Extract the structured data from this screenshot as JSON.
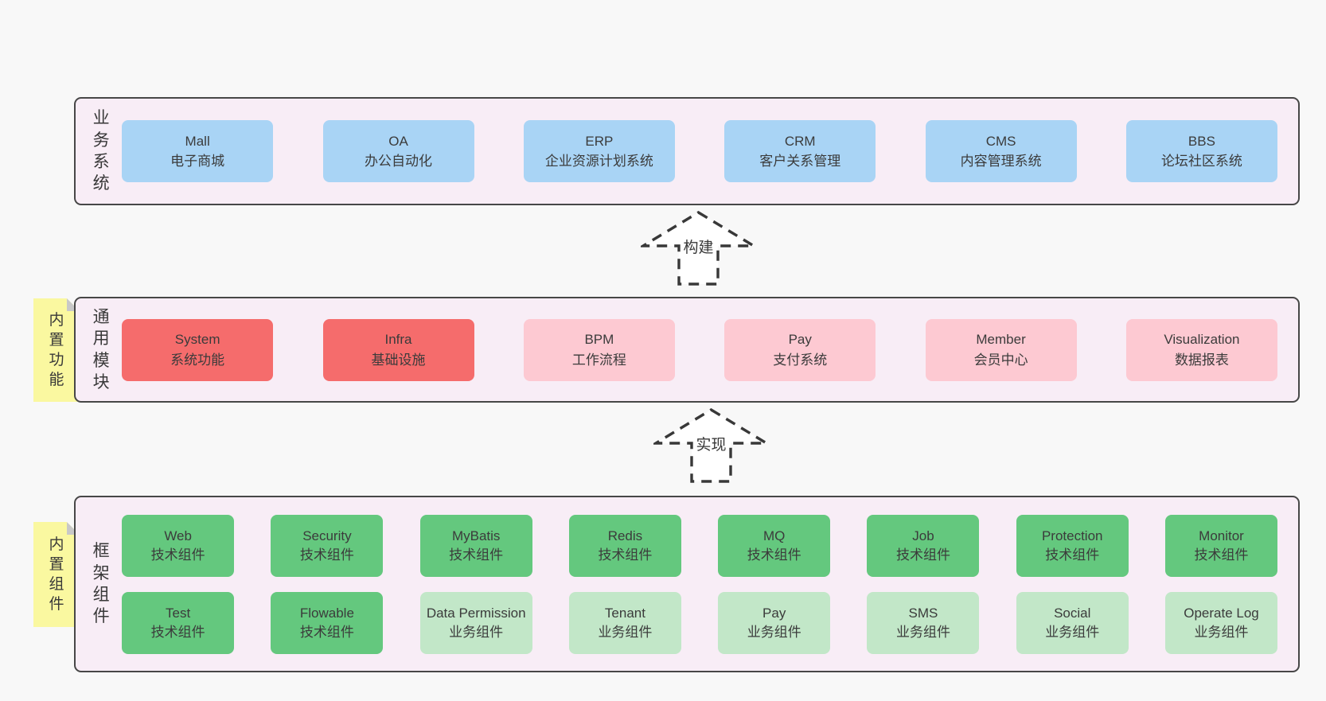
{
  "colors": {
    "bg": "#f8f8f8",
    "panel": "#f8edf6",
    "border": "#474747",
    "text": "#383838",
    "blue": "#a9d4f5",
    "red": "#f56c6c",
    "pink": "#fdc9d2",
    "green_dark": "#64c87e",
    "green_light": "#c2e7c8",
    "note_yellow": "#faf8a0",
    "note_fold": "#c8c8c8",
    "arrow": "#383838"
  },
  "arrows": [
    {
      "label": "构建"
    },
    {
      "label": "实现"
    }
  ],
  "layers": [
    {
      "label": "业务系统",
      "boxes": [
        {
          "name": "Mall",
          "desc": "电子商城"
        },
        {
          "name": "OA",
          "desc": "办公自动化"
        },
        {
          "name": "ERP",
          "desc": "企业资源计划系统"
        },
        {
          "name": "CRM",
          "desc": "客户关系管理"
        },
        {
          "name": "CMS",
          "desc": "内容管理系统"
        },
        {
          "name": "BBS",
          "desc": "论坛社区系统"
        }
      ]
    },
    {
      "label": "通用模块",
      "note": "内置功能",
      "boxes": [
        {
          "name": "System",
          "desc": "系统功能"
        },
        {
          "name": "Infra",
          "desc": "基础设施"
        },
        {
          "name": "BPM",
          "desc": "工作流程"
        },
        {
          "name": "Pay",
          "desc": "支付系统"
        },
        {
          "name": "Member",
          "desc": "会员中心"
        },
        {
          "name": "Visualization",
          "desc": "数据报表"
        }
      ]
    },
    {
      "label": "框架组件",
      "note": "内置组件",
      "rows": [
        [
          {
            "name": "Web",
            "desc": "技术组件"
          },
          {
            "name": "Security",
            "desc": "技术组件"
          },
          {
            "name": "MyBatis",
            "desc": "技术组件"
          },
          {
            "name": "Redis",
            "desc": "技术组件"
          },
          {
            "name": "MQ",
            "desc": "技术组件"
          },
          {
            "name": "Job",
            "desc": "技术组件"
          },
          {
            "name": "Protection",
            "desc": "技术组件"
          },
          {
            "name": "Monitor",
            "desc": "技术组件"
          }
        ],
        [
          {
            "name": "Test",
            "desc": "技术组件"
          },
          {
            "name": "Flowable",
            "desc": "技术组件"
          },
          {
            "name": "Data Permission",
            "desc": "业务组件"
          },
          {
            "name": "Tenant",
            "desc": "业务组件"
          },
          {
            "name": "Pay",
            "desc": "业务组件"
          },
          {
            "name": "SMS",
            "desc": "业务组件"
          },
          {
            "name": "Social",
            "desc": "业务组件"
          },
          {
            "name": "Operate Log",
            "desc": "业务组件"
          }
        ]
      ]
    }
  ]
}
